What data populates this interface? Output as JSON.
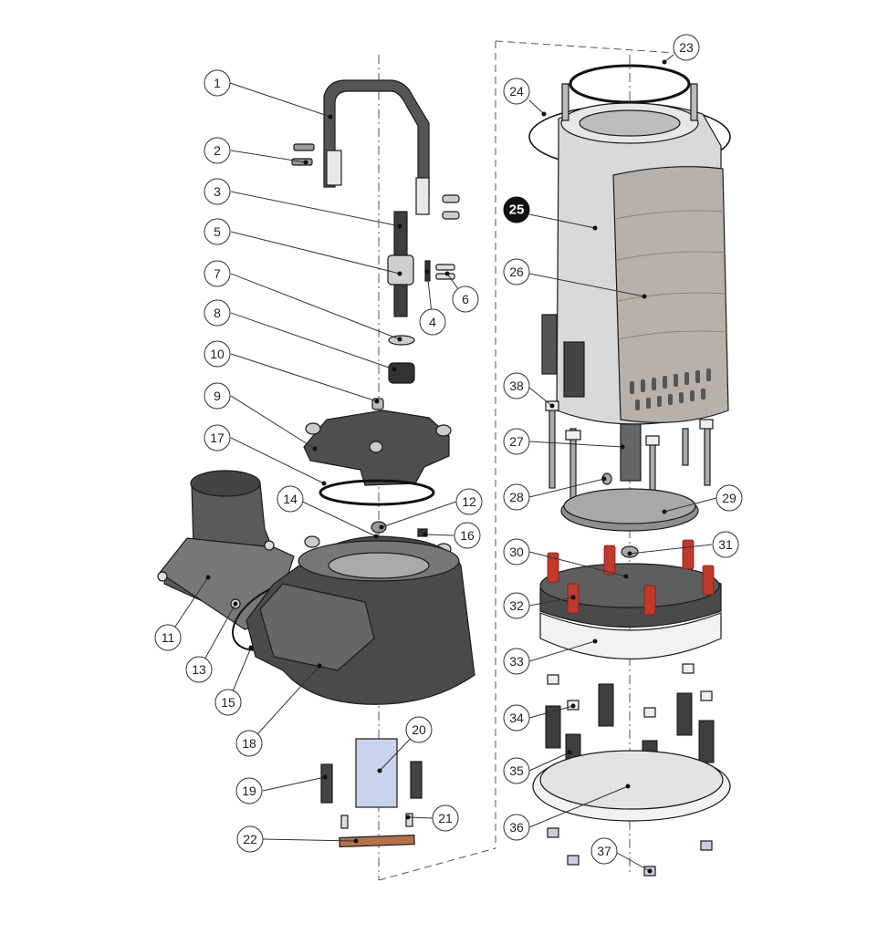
{
  "diagram": {
    "callouts": [
      {
        "id": "1",
        "label": "1"
      },
      {
        "id": "2",
        "label": "2"
      },
      {
        "id": "3",
        "label": "3"
      },
      {
        "id": "4",
        "label": "4"
      },
      {
        "id": "5",
        "label": "5"
      },
      {
        "id": "6",
        "label": "6"
      },
      {
        "id": "7",
        "label": "7"
      },
      {
        "id": "8",
        "label": "8"
      },
      {
        "id": "9",
        "label": "9"
      },
      {
        "id": "10",
        "label": "10"
      },
      {
        "id": "11",
        "label": "11"
      },
      {
        "id": "12",
        "label": "12"
      },
      {
        "id": "13",
        "label": "13"
      },
      {
        "id": "14",
        "label": "14"
      },
      {
        "id": "15",
        "label": "15"
      },
      {
        "id": "16",
        "label": "16"
      },
      {
        "id": "17",
        "label": "17"
      },
      {
        "id": "18",
        "label": "18"
      },
      {
        "id": "19",
        "label": "19"
      },
      {
        "id": "20",
        "label": "20"
      },
      {
        "id": "21",
        "label": "21"
      },
      {
        "id": "22",
        "label": "22"
      },
      {
        "id": "23",
        "label": "23"
      },
      {
        "id": "24",
        "label": "24"
      },
      {
        "id": "25",
        "label": "25",
        "highlighted": true
      },
      {
        "id": "26",
        "label": "26"
      },
      {
        "id": "27",
        "label": "27"
      },
      {
        "id": "28",
        "label": "28"
      },
      {
        "id": "29",
        "label": "29"
      },
      {
        "id": "30",
        "label": "30"
      },
      {
        "id": "31",
        "label": "31"
      },
      {
        "id": "32",
        "label": "32"
      },
      {
        "id": "33",
        "label": "33"
      },
      {
        "id": "34",
        "label": "34"
      },
      {
        "id": "35",
        "label": "35"
      },
      {
        "id": "36",
        "label": "36"
      },
      {
        "id": "37",
        "label": "37"
      },
      {
        "id": "38",
        "label": "38"
      }
    ],
    "colors": {
      "dark_part": "#4a4a4a",
      "mid_part": "#6e6e6e",
      "light_part": "#c9c9c9",
      "sleeve": "#b8b0ab",
      "spring": "#c0392b",
      "blue_part": "#c9d4ee",
      "wood_strip": "#b5714a",
      "outline": "#1a1a1a"
    }
  }
}
